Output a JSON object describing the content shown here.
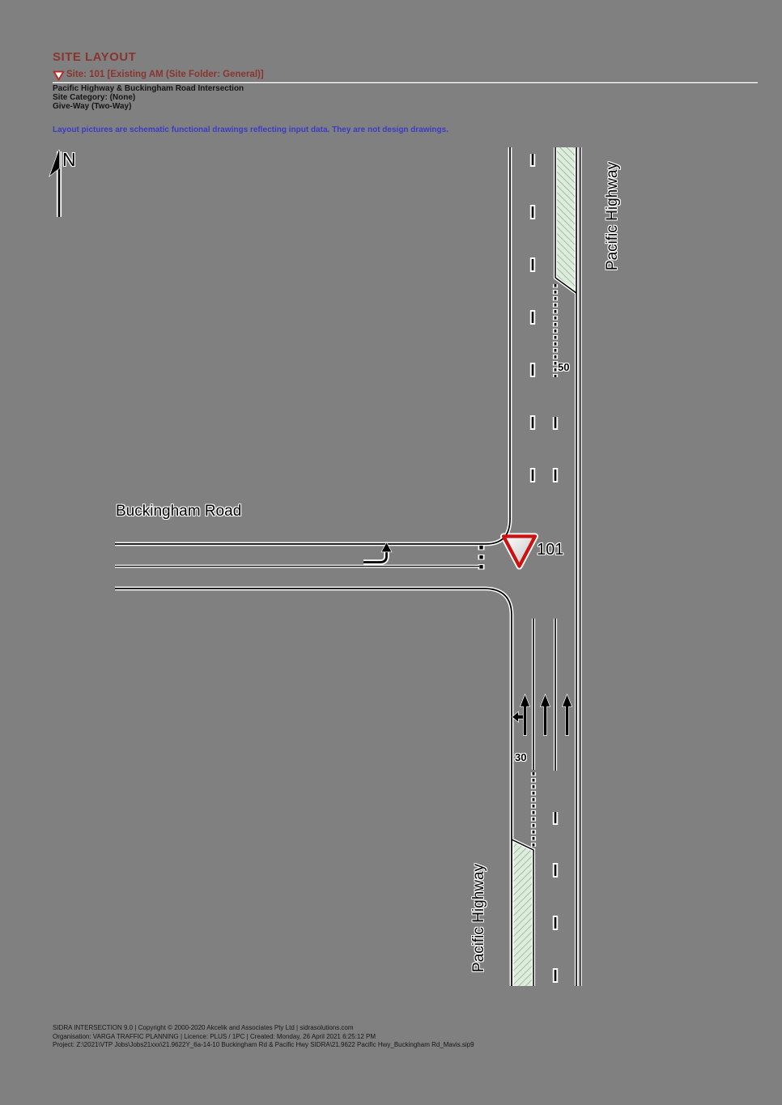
{
  "header": {
    "title": "SITE LAYOUT",
    "site_line": "Site: 101 [Existing AM (Site Folder: General)]",
    "intersection_name": "Pacific Highway & Buckingham Road Intersection",
    "site_category": "Site Category: (None)",
    "control_type": "Give-Way (Two-Way)",
    "disclaimer": "Layout pictures are schematic functional drawings reflecting input data. They are not design drawings."
  },
  "diagram": {
    "north_label": "N",
    "roads": {
      "major_top_label": "Pacific Highway",
      "major_bottom_label": "Pacific Highway",
      "minor_label": "Buckingham Road"
    },
    "site_number": "101",
    "short_lane_lengths": {
      "north_exit_merge": "50",
      "south_approach_turn": "30"
    },
    "colors": {
      "page_bg": "#808080",
      "heading_red": "#8a3430",
      "disclaimer_blue": "#3b3bc8",
      "giveway_sign_red": "#cc1111",
      "hatch_green": "#daeeda",
      "hatch_stripe_gray": "#9c9c9c",
      "marking_ink": "#000000",
      "marking_halo": "#ffffff"
    }
  },
  "footer": {
    "lines": [
      "SIDRA INTERSECTION 9.0 | Copyright © 2000-2020 Akcelik and Associates Pty Ltd | sidrasolutions.com",
      "Organisation: VARGA TRAFFIC PLANNING | Licence: PLUS / 1PC | Created: Monday, 26 April 2021 6:25:12 PM",
      "Project: Z:\\2021\\VTP Jobs\\Jobs21xxx\\21.9622Y_6a-14-10 Buckingham Rd & Pacific Hwy SIDRA\\21.9622 Pacific Hwy_Buckingham Rd_Mavis.sip9"
    ]
  }
}
